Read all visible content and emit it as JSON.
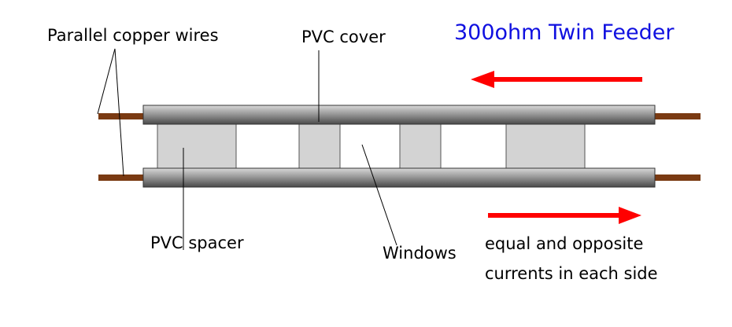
{
  "title": "300ohm Twin Feeder",
  "labels": {
    "wires": "Parallel copper wires",
    "cover": "PVC cover",
    "spacer": "PVC spacer",
    "windows": "Windows",
    "currents_line1": "equal and opposite",
    "currents_line2": "currents in each side"
  },
  "colors": {
    "title": "#1010e0",
    "arrow": "#ff0000",
    "copper": "#7a3a12",
    "spacer": "#d3d3d3",
    "cover_dark": "#4a4a4a",
    "cover_light": "#d8d8d8"
  }
}
